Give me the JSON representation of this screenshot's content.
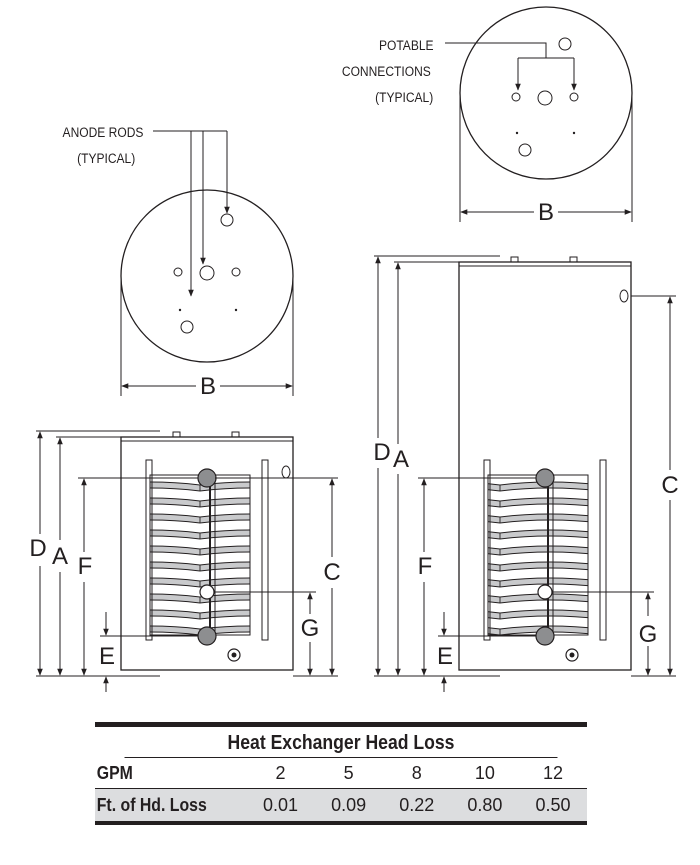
{
  "callouts": {
    "anode_rods": [
      "ANODE RODS",
      "(TYPICAL)"
    ],
    "potable_connections": [
      "POTABLE",
      "CONNECTIONS",
      "(TYPICAL)"
    ]
  },
  "dimensions": {
    "a": "A",
    "b": "B",
    "c": "C",
    "d": "D",
    "e": "E",
    "f": "F",
    "g": "G"
  },
  "table": {
    "title": "Heat Exchanger Head Loss",
    "row_headers": [
      "GPM",
      "Ft. of Hd. Loss"
    ],
    "gpm": [
      "2",
      "5",
      "8",
      "10",
      "12"
    ],
    "head_loss": [
      "0.01",
      "0.09",
      "0.22",
      "0.80",
      "0.50"
    ]
  }
}
